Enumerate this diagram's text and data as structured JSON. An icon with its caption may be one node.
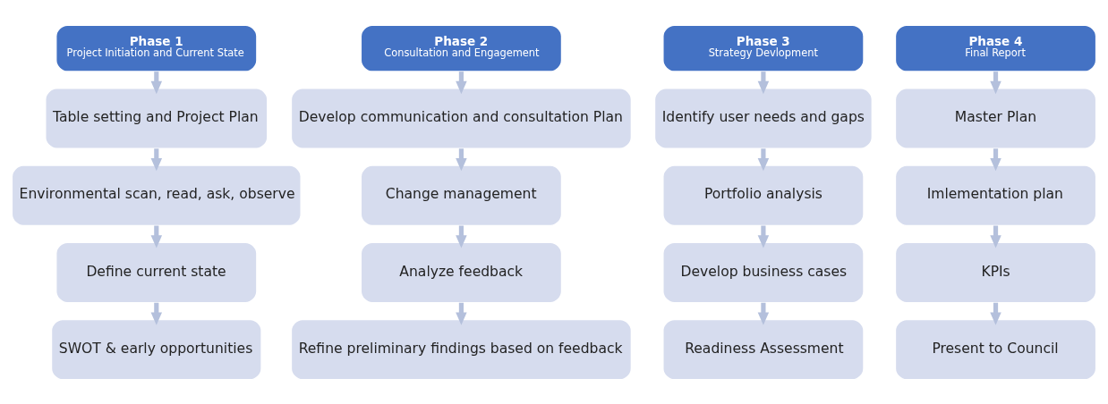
{
  "diagram": {
    "nodes": [
      {
        "text": [
          "Phase 1",
          "Project Initiation and Current State"
        ]
      },
      {
        "text": [
          "Table setting and Project Plan"
        ]
      },
      {
        "text": [
          "Environmental scan, read, ask, observe"
        ]
      },
      {
        "text": [
          "Define current state"
        ]
      },
      {
        "text": [
          "SWOT & early opportunities"
        ]
      },
      {
        "text": [
          "Phase 2",
          "Consultation and Engagement"
        ]
      },
      {
        "text": [
          "Develop communication and consultation Plan"
        ]
      },
      {
        "text": [
          "Change management"
        ]
      },
      {
        "text": [
          "Analyze feedback"
        ]
      },
      {
        "text": [
          "Refine preliminary findings based on feedback"
        ]
      },
      {
        "text": [
          "Phase 3",
          "Strategy Devlopment"
        ]
      },
      {
        "text": [
          "Identify user needs and gaps"
        ]
      },
      {
        "text": [
          "Portfolio analysis"
        ]
      },
      {
        "text": [
          "Develop business cases"
        ]
      },
      {
        "text": [
          "Readiness Assessment"
        ]
      },
      {
        "text": [
          "Phase 4",
          "Final Report"
        ]
      },
      {
        "text": [
          "Master Plan"
        ]
      },
      {
        "text": [
          "Imlementation plan"
        ]
      },
      {
        "text": [
          "KPIs"
        ]
      },
      {
        "text": [
          "Present to Council"
        ]
      }
    ],
    "edges": [
      {
        "from": 0,
        "to": 1,
        "arrow": "to"
      },
      {
        "from": 1,
        "to": 2,
        "arrow": "to"
      },
      {
        "from": 2,
        "to": 3,
        "arrow": "to"
      },
      {
        "from": 3,
        "to": 4,
        "arrow": "to"
      },
      {
        "from": 5,
        "to": 6,
        "arrow": "to"
      },
      {
        "from": 6,
        "to": 7,
        "arrow": "to"
      },
      {
        "from": 7,
        "to": 8,
        "arrow": "to"
      },
      {
        "from": 8,
        "to": 9,
        "arrow": "to"
      },
      {
        "from": 10,
        "to": 11,
        "arrow": "to"
      },
      {
        "from": 11,
        "to": 12,
        "arrow": "to"
      },
      {
        "from": 12,
        "to": 13,
        "arrow": "to"
      },
      {
        "from": 13,
        "to": 14,
        "arrow": "to"
      },
      {
        "from": 15,
        "to": 16,
        "arrow": "to"
      },
      {
        "from": 16,
        "to": 17,
        "arrow": "to"
      },
      {
        "from": 17,
        "to": 18,
        "arrow": "to"
      },
      {
        "from": 18,
        "to": 19,
        "arrow": "to"
      }
    ]
  }
}
